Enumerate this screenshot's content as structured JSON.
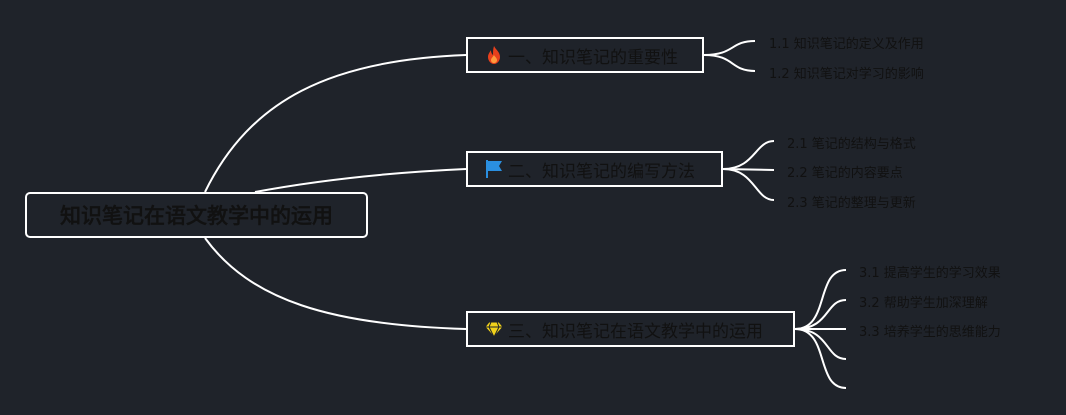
{
  "root": {
    "label": "知识笔记在语文教学中的运用"
  },
  "branches": [
    {
      "icon": "fire-icon",
      "label": "一、知识笔记的重要性",
      "children": [
        "1.1 知识笔记的定义及作用",
        "1.2 知识笔记对学习的影响"
      ]
    },
    {
      "icon": "blue-flag-icon",
      "label": "二、知识笔记的编写方法",
      "children": [
        "2.1 笔记的结构与格式",
        "2.2 笔记的内容要点",
        "2.3 笔记的整理与更新"
      ]
    },
    {
      "icon": "diamond-icon",
      "label": "三、知识笔记在语文教学中的运用",
      "children": [
        "3.1 提高学生的学习效果",
        "3.2 帮助学生加深理解",
        "3.3 培养学生的思维能力",
        "",
        ""
      ]
    }
  ],
  "colors": {
    "background": "#1f232a",
    "line": "#ffffff",
    "text": "#111111",
    "fire": "#e8401c",
    "flag": "#2a8fe0",
    "diamond": "#f2d21b"
  }
}
